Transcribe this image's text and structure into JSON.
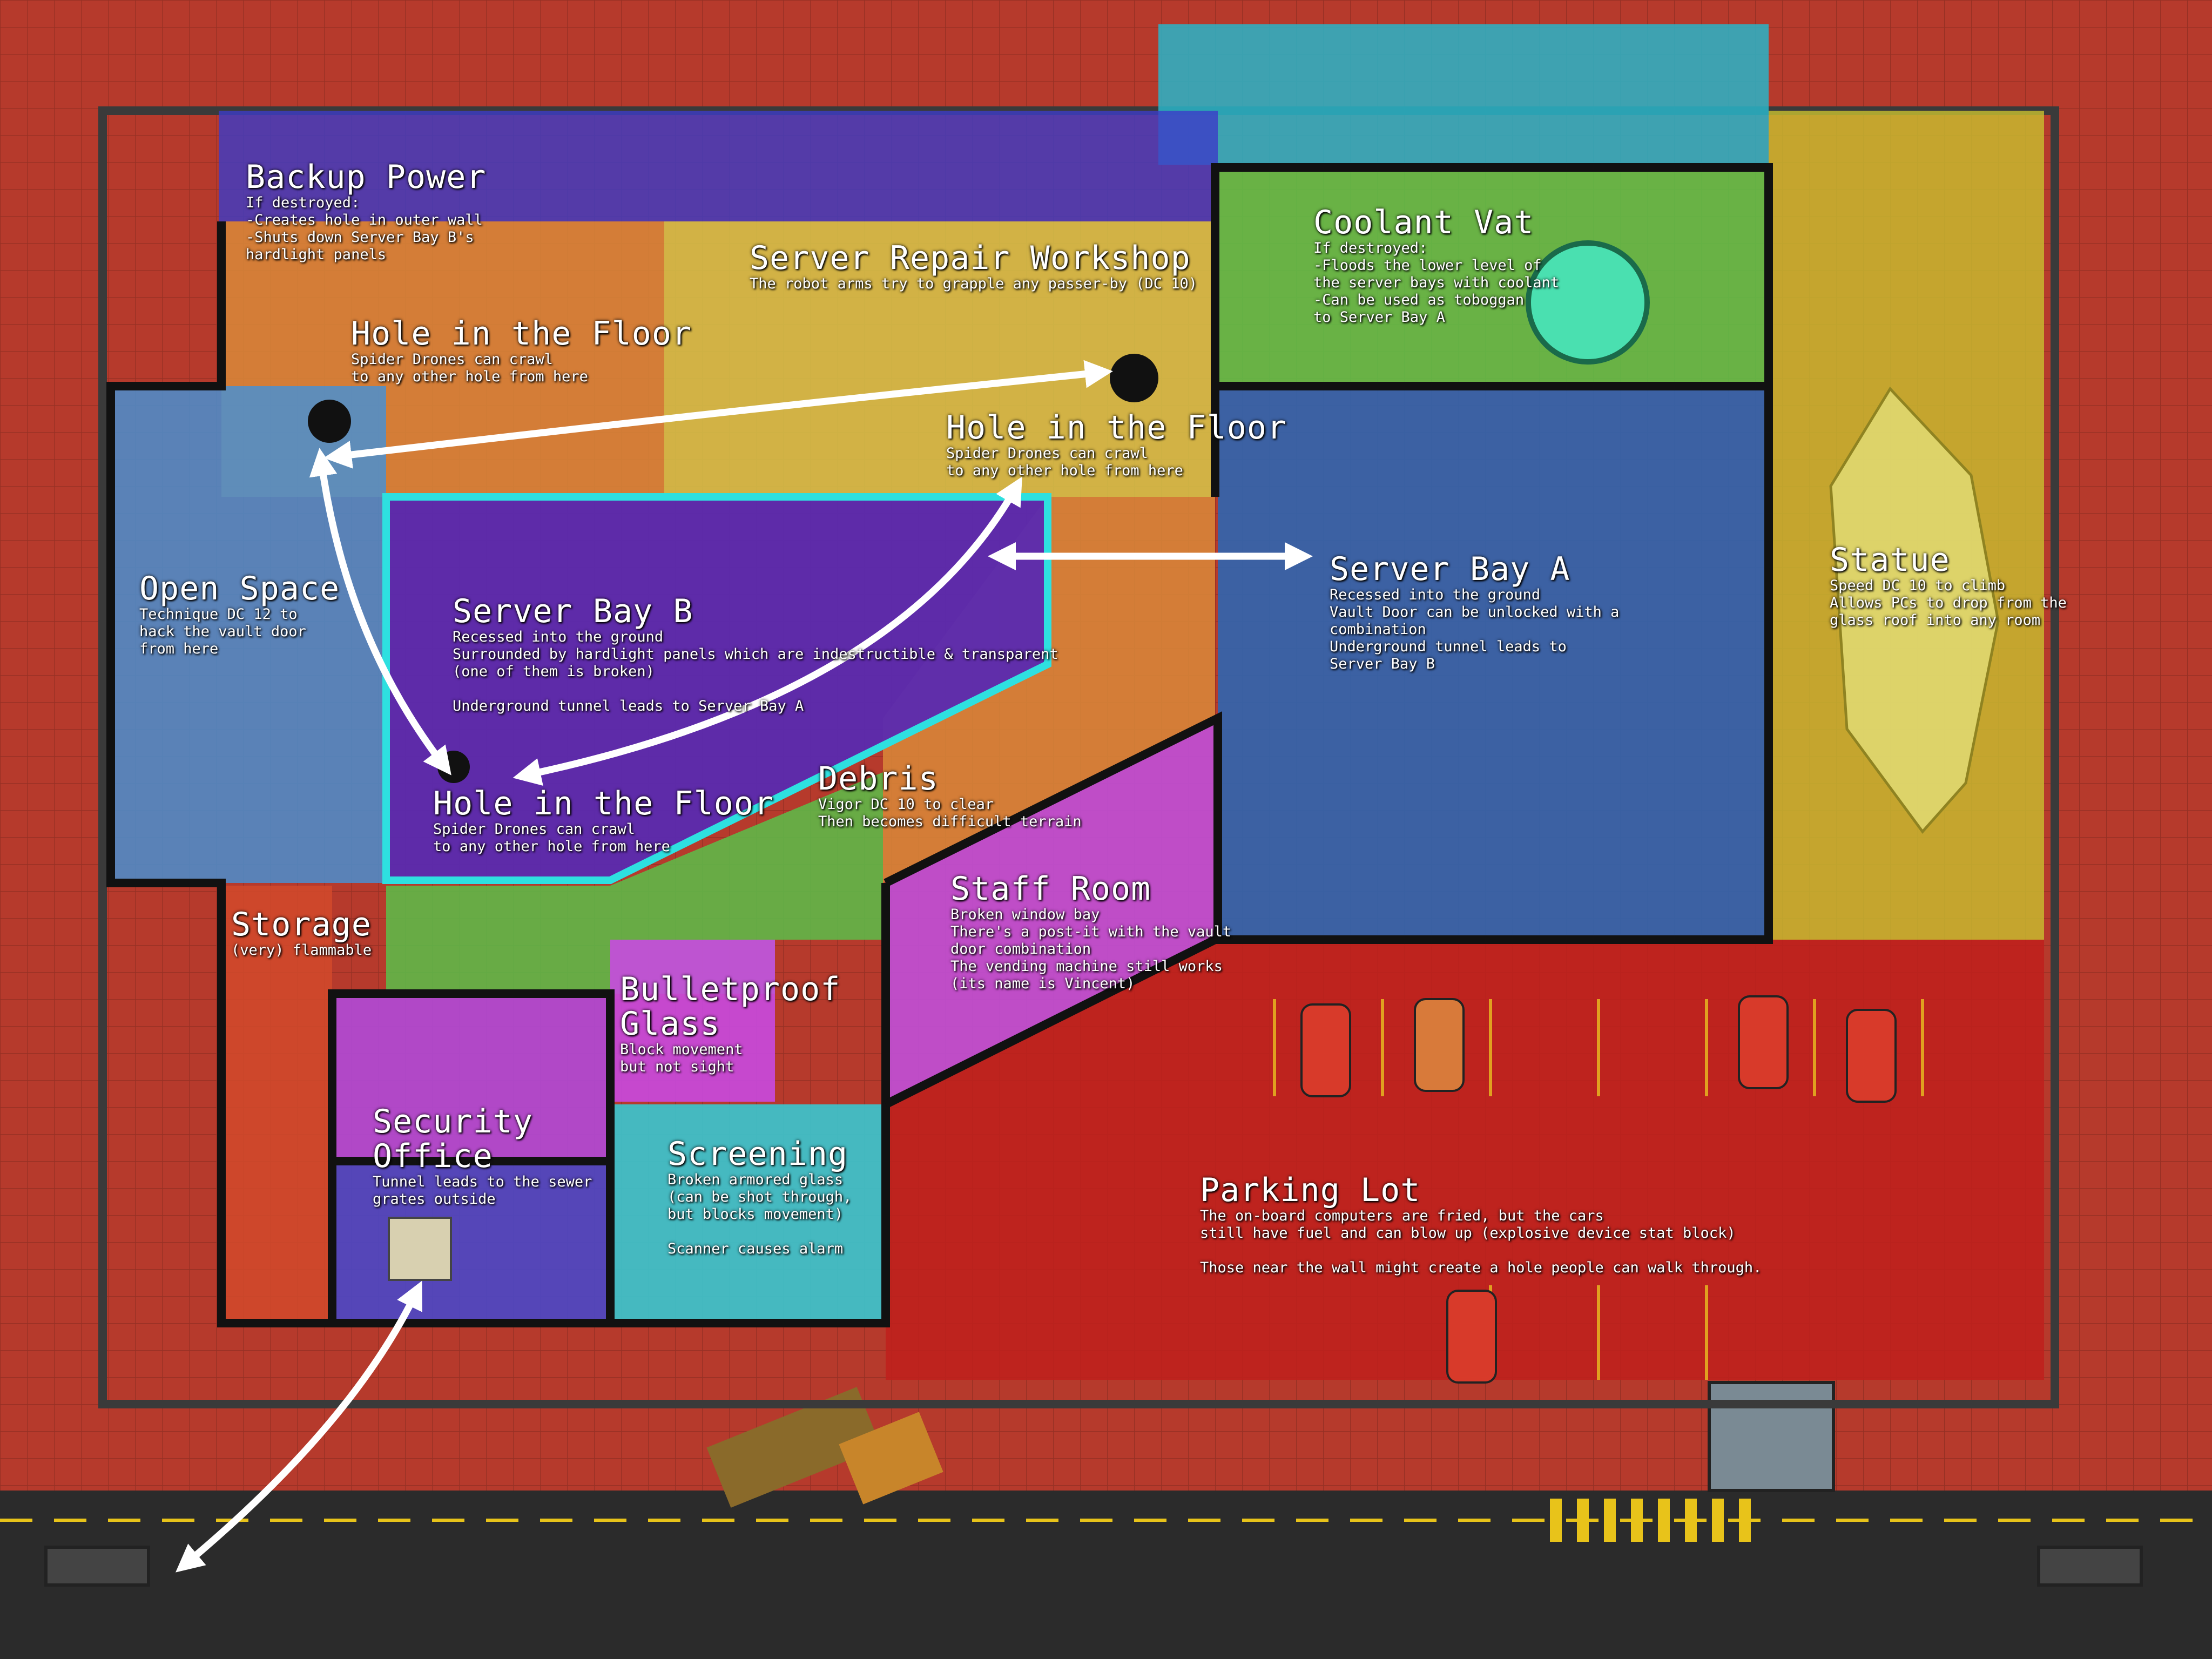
{
  "colors": {
    "ground": "#b63a2c",
    "road": "#2a2a2a",
    "road_stripe": "#e8c31a",
    "wall": "#111111",
    "backup_power": "#3c3cc8",
    "coolant_top": "#29b5c9",
    "workshop": "#d7c84a",
    "orange_area": "#d98a3a",
    "coolant_vat": "#5cc84a",
    "open_space": "#4a8fd0",
    "server_bay_a": "#2f66b0",
    "statue": "#c9c030",
    "server_bay_b": "#5a2ab0",
    "server_bay_b_border": "#2ee0e0",
    "storage": "#d24a2c",
    "debris": "#5bc04a",
    "staff_room": "#c050d8",
    "bulletproof": "#c84ae0",
    "security_office": "#4a48c8",
    "screening": "#38c8d0",
    "parking_lot": "#c0201c",
    "arrow": "#ffffff"
  },
  "rooms": {
    "backup_power": {
      "title": "Backup Power",
      "desc": "If destroyed:\n-Creates hole in outer wall\n-Shuts down Server Bay B's\nhardlight panels"
    },
    "hole_1": {
      "title": "Hole in the Floor",
      "desc": "Spider Drones can crawl\nto any other hole from here"
    },
    "workshop": {
      "title": "Server Repair Workshop",
      "desc": "The robot arms try to grapple any passer-by (DC 10)"
    },
    "coolant_vat": {
      "title": "Coolant Vat",
      "desc": "If destroyed:\n-Floods the lower level of\nthe server bays with coolant\n-Can be used as toboggan\nto Server Bay A"
    },
    "hole_2": {
      "title": "Hole in the Floor",
      "desc": "Spider Drones can crawl\nto any other hole from here"
    },
    "open_space": {
      "title": "Open Space",
      "desc": "Technique DC 12 to\nhack the vault door\nfrom here"
    },
    "server_bay_b": {
      "title": "Server Bay B",
      "desc": "Recessed into the ground\nSurrounded by hardlight panels which are indestructible & transparent\n(one of them is broken)\n\nUnderground tunnel leads to Server Bay A"
    },
    "server_bay_a": {
      "title": "Server Bay A",
      "desc": "Recessed into the ground\nVault Door can be unlocked with a\ncombination\nUnderground tunnel leads to\nServer Bay B"
    },
    "statue": {
      "title": "Statue",
      "desc": "Speed DC 10 to climb\nAllows PCs to drop from the\nglass roof into any room"
    },
    "hole_3": {
      "title": "Hole in the Floor",
      "desc": "Spider Drones can crawl\nto any other hole from here"
    },
    "debris": {
      "title": "Debris",
      "desc": "Vigor DC 10 to clear\nThen becomes difficult terrain"
    },
    "staff_room": {
      "title": "Staff Room",
      "desc": "Broken window bay\nThere's a post-it with the vault\ndoor combination\nThe vending machine still works\n(its name is Vincent)"
    },
    "storage": {
      "title": "Storage",
      "desc": "(very) flammable"
    },
    "bulletproof": {
      "title": "Bulletproof\nGlass",
      "desc": "Block movement\nbut not sight"
    },
    "security_office": {
      "title": "Security\nOffice",
      "desc": "Tunnel leads to the sewer\ngrates outside"
    },
    "screening": {
      "title": "Screening",
      "desc": "Broken armored glass\n(can be shot through,\nbut blocks movement)\n\nScanner causes alarm"
    },
    "parking_lot": {
      "title": "Parking Lot",
      "desc": "The on-board computers are fried, but the cars\nstill have fuel and can blow up (explosive device stat block)\n\nThose near the wall might create a hole people can walk through."
    }
  }
}
